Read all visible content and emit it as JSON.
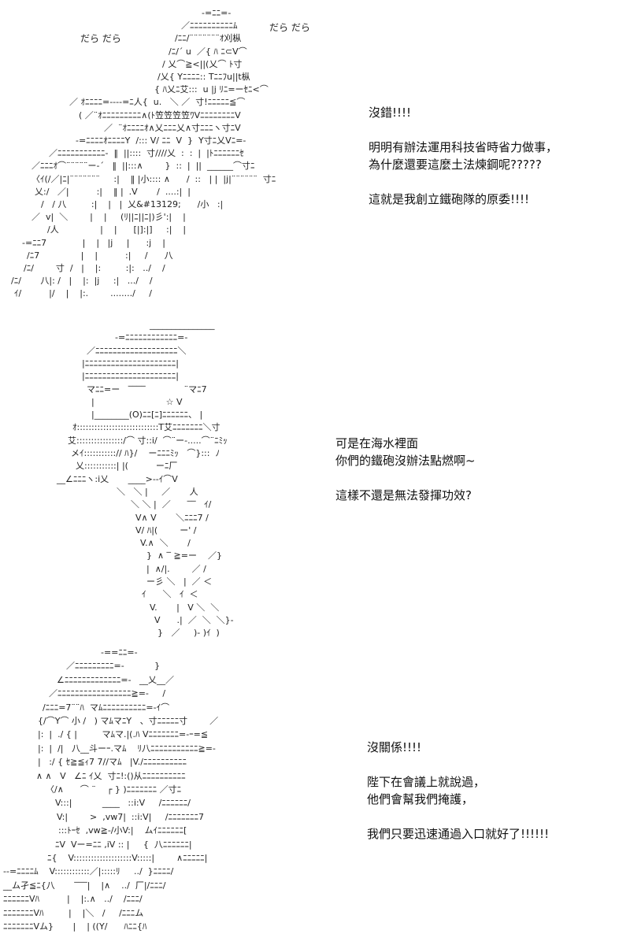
{
  "panel1": {
    "sfx_left": "だら だら",
    "sfx_right": "だら だら",
    "dialogue": {
      "block1": [
        "沒錯!!!!"
      ],
      "block2": [
        "明明有辦法運用科技省時省力做事，",
        "為什麼還要這麼土法煉鋼呢?????"
      ],
      "block3": [
        "這就是我創立鐵砲隊的原委!!!!"
      ]
    },
    "art_lines": [
      "-=ﾆﾆ=-",
      "／ﾆﾆﾆﾆﾆﾆﾆﾆﾆﾆﾑ",
      "/ﾆﾆ/¨¨¨¨¨¨¨ｵ刈枞",
      "/ﾆ/´ u  ／{ ﾊ ﾆ⊂V⌒",
      "/ 乂⌒≧<||(乂⌒ ﾄ寸",
      "/乂{ Yﾆﾆﾆﾆ:: Tﾆﾆﾌu||t枞",
      "{ ﾊ乂ﾆ艾:::  u |j ﾘﾆ=ーｾﾆ<⌒",
      "／ ｵﾆﾆﾆﾆ=----=ﾆ人{  u.   ＼ ／  寸!ﾆﾆﾆﾆﾆ≦⌒",
      "( ／¨ｵﾆﾆﾆﾆﾆﾆﾆﾆﾆ∧(ﾄ笠笠笠笠ﾜVﾆﾆﾆﾆﾆﾆﾆﾆV",
      "／  ¨ｵﾆﾆﾆﾆｵ∧乂ﾆﾆﾆ乂∧寸ﾆﾆﾆヽ寸ﾆV",
      "-=ﾆﾆﾆﾆｵﾆﾆﾆﾆY  /::: V/ ﾆﾆ  V  }  Y寸ﾆ乂Vﾆ=-",
      "／ﾆﾆﾆﾆﾆﾆﾆﾆﾆﾆﾆ-  ‖  ||::::  寸////乂  :  :  |  |ﾄﾆﾆﾆﾆﾆﾆｾ",
      "／ﾆﾆﾆｵ⌒¨¨¨¨¨ー‐´   ‖  ||:::∧        }  ::  |  ||  ______⌒寸ﾆ",
      "〈ｲ(/／|ﾆ|¨¨¨¨¨¨¨     :|    ‖ |小:::: ∧      /  ::   | |  |j|¨¨¨¨¨¨  寸ﾆ",
      "乂:/   ／|          :|    ‖ |  .V       /  ....:|  |",
      "/   / 八         :|    |   |  乂&#13129;      /小   :|",
      "／  v|  ＼        |    |     (ﾘ||ﾆ||ﾆ|)彡':|    |",
      "/人               |    |      [|]:|]     :|    |",
      "-=ﾆﾆ7             |    |   |j     |      :j    |",
      "/ﾆ7               |    |          :|     /      八",
      "/ﾆ/        寸  /   |    |:         :|:   ../    /",
      "/ﾆ/       八|: /   |    |:  |j     :|   .../    /",
      "ｲ/          |/    |    |:.        ......../     /"
    ]
  },
  "panel2": {
    "dialogue": {
      "block1": [
        "可是在海水裡面",
        "你們的鐵砲沒辦法點燃啊~"
      ],
      "block2": [
        "這樣不還是無法發揮功效?"
      ]
    },
    "art_lines": [
      "_______________",
      "-=ﾆﾆﾆﾆﾆﾆﾆﾆﾆﾆﾆﾆ=-",
      "／ﾆﾆﾆﾆﾆﾆﾆﾆﾆﾆﾆﾆﾆﾆﾆﾆﾆﾆﾆ＼",
      "|ﾆﾆﾆﾆﾆﾆﾆﾆﾆﾆﾆﾆﾆﾆﾆﾆﾆﾆﾆﾆﾆ|",
      "|ﾆﾆﾆﾆﾆﾆﾆﾆﾆﾆﾆﾆﾆﾆﾆﾆﾆﾆﾆﾆﾆ|",
      "マﾆﾆ=ー   ‾‾‾‾              ¨マﾆ7",
      "|                          ☆ V",
      "|________(O)ﾆﾆ[ﾆ]ﾆﾆﾆﾆﾆﾆ、 |",
      "ｵ::::::::::::::::::::::::::::T艾ﾆﾆﾆﾆﾆﾆﾆ＼寸",
      "艾::::::::::::::::/⌒ 寸::i/  ⌒¨ー-.....⌒¨ﾆﾐｯ",
      "メｲ:::::::::::// ﾊ}/    ーﾆﾆﾆﾐｯ   ⌒}:::  ﾉ",
      "乂:::::::::::| |(          ーﾆ厂",
      "__∠ﾆﾆﾆヽ:i乂       ____>--ｲ⌒V",
      "＼   ＼ |     ／       人",
      "＼ ＼ |  ／      ‾‾   ｲ/",
      "V∧ V       ＼ﾆﾆﾆ7 /",
      "V/ ﾊ|(        ー' /",
      "V.∧  ＼       /",
      "}  ∧ ‾ ≧=ー    ／}",
      "|  ∧/|.        ／ /",
      "ー彡 ＼   |  ／ ＜",
      "ｲ      ＼   ｲ  ＜",
      "V.       |   V ＼  ＼",
      "V      .|  ／  ＼  ＼}-",
      "}   ／     )- )ｲ  )"
    ]
  },
  "panel3": {
    "dialogue": {
      "block1": [
        "沒關係!!!!"
      ],
      "block2": [
        "陛下在會議上就說過，",
        "他們會幫我們掩護，"
      ],
      "block3": [
        "我們只要迅速通過入口就好了!!!!!!"
      ]
    },
    "art_lines": [
      "-==ﾆﾆ=-",
      "／ﾆﾆﾆﾆﾆﾆﾆﾆﾆ=-           }",
      "∠ﾆﾆﾆﾆﾆﾆﾆﾆﾆﾆﾆﾆﾆ=-   __乂__／",
      "／ﾆﾆﾆﾆﾆﾆﾆﾆﾆﾆﾆﾆﾆﾆﾆﾆﾆ≧=-     /",
      "/ﾆﾆﾆ=7¨¨ﾊ  マﾑﾆﾆﾆﾆﾆﾆﾆﾆﾆﾆ=-ｲ⌒",
      "{/⌒Y⌒ 小 /   ) マﾑマﾆY   、寸ﾆﾆﾆﾆﾆ寸        ／",
      "|:  |  ./ { |         マﾑマ.|(.ﾊ Vﾆﾆﾆﾆﾆﾆﾆ=-ｰ=≦",
      "|:  |  /|   八__斗ーｰ.マﾑ    ﾘ八ﾆﾆﾆﾆﾆﾆﾆﾆﾆﾆﾆ≧=-",
      "|   :/ { ｾ≧≦ｨ7 7//マﾑ   |V./ﾆﾆﾆﾆﾆﾆﾆﾆﾆﾆ",
      "∧ ∧   V   ∠ﾆ ｲ乂  寸ﾆ!:()从ﾆﾆﾆﾆﾆﾆﾆﾆﾆﾆ",
      "〈/∧      ⌒ ¨    ┌ } )ﾆﾆﾆﾆﾆﾆﾆ ／寸ﾆ",
      "V:::|           ____   ::i:V     /ﾆﾆﾆﾆﾆﾆ/",
      "V:|        >  ,vw7|  ::i:V|     /ﾆﾆﾆﾆﾆﾆﾆ7",
      ":::ﾄｰｾ  ,vw≧-/小V:|    ムｲﾆﾆﾆﾆﾆﾆ[",
      "ﾆV  Vー=ﾆﾆ ,iV :: |     {  八ﾆﾆﾆﾆﾆﾆ|",
      "ﾆ{    V::::::::::::::::::::V:::::|        ∧ﾆﾆﾆﾆﾆ|",
      "--=ﾆﾆﾆﾆﾑ    V::::::::::::／|:::::ﾘ     ../  }ﾆﾆﾆﾆ/",
      "__ム孑≦ﾆ{八       ‾‾‾|    |∧    ../  厂|/ﾆﾆﾆ/",
      "ﾆﾆﾆﾆﾆﾆVﾊ          |    |:.∧   ../    /ﾆﾆﾆ/",
      "ﾆﾆﾆﾆﾆﾆﾆVﾊ         |    |＼   /     /ﾆﾆﾆム",
      "ﾆﾆﾆﾆﾆﾆﾆVム}       |    | ((Y/      ﾊﾆﾆ{ﾊ"
    ]
  }
}
